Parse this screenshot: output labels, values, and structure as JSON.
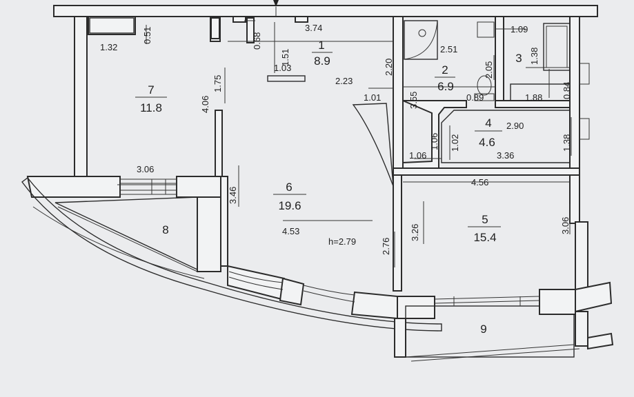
{
  "rooms": [
    {
      "number": "1",
      "area": "8.9"
    },
    {
      "number": "2",
      "area": "6.9"
    },
    {
      "number": "3",
      "area": ""
    },
    {
      "number": "4",
      "area": "4.6"
    },
    {
      "number": "5",
      "area": "15.4"
    },
    {
      "number": "6",
      "area": "19.6"
    },
    {
      "number": "7",
      "area": "11.8"
    },
    {
      "number": "8",
      "area": ""
    },
    {
      "number": "9",
      "area": ""
    }
  ],
  "dimensions": [
    "3.74",
    "1.51",
    "1.03",
    "0.68",
    "1.32",
    "0.51",
    "1.75",
    "4.06",
    "2.23",
    "1.01",
    "2.20",
    "3.55",
    "2.51",
    "2.05",
    "0.89",
    "1.09",
    "1.38",
    "0.84",
    "1.88",
    "2.90",
    "1.38",
    "1.02",
    "1.06",
    "1.06",
    "3.36",
    "4.56",
    "3.26",
    "2.76",
    "3.06",
    "3.06",
    "3.46",
    "4.53"
  ],
  "ceiling_height": "h=2.79"
}
